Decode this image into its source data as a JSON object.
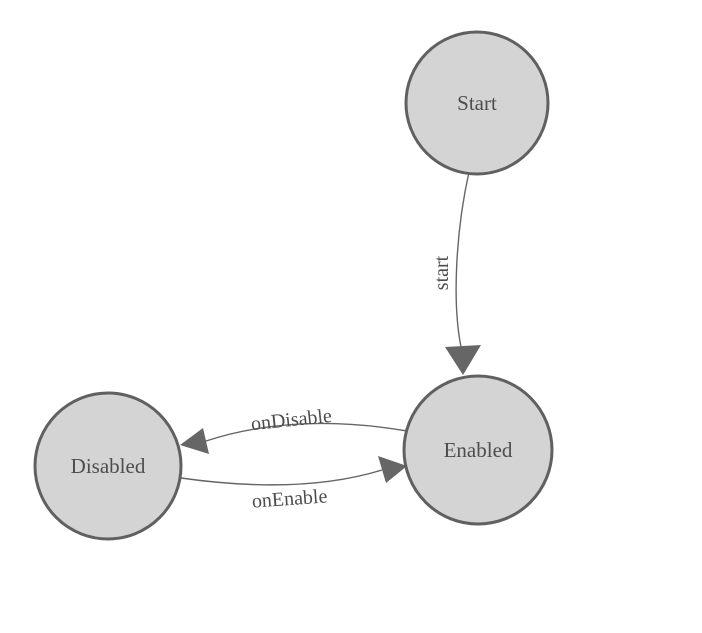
{
  "diagram": {
    "type": "state-machine",
    "background": "#ffffff",
    "colors": {
      "node_fill": "#d4d4d4",
      "node_stroke": "#606060",
      "edge_stroke": "#666666",
      "arrow_fill": "#666666",
      "label_text": "#4d4d4d"
    },
    "nodes": [
      {
        "id": "start",
        "label": "Start"
      },
      {
        "id": "enabled",
        "label": "Enabled"
      },
      {
        "id": "disabled",
        "label": "Disabled"
      }
    ],
    "edges": [
      {
        "id": "start-transition",
        "label": "start",
        "from": "Start",
        "to": "Enabled"
      },
      {
        "id": "on-disable",
        "label": "onDisable",
        "from": "Enabled",
        "to": "Disabled"
      },
      {
        "id": "on-enable",
        "label": "onEnable",
        "from": "Disabled",
        "to": "Enabled"
      }
    ]
  }
}
